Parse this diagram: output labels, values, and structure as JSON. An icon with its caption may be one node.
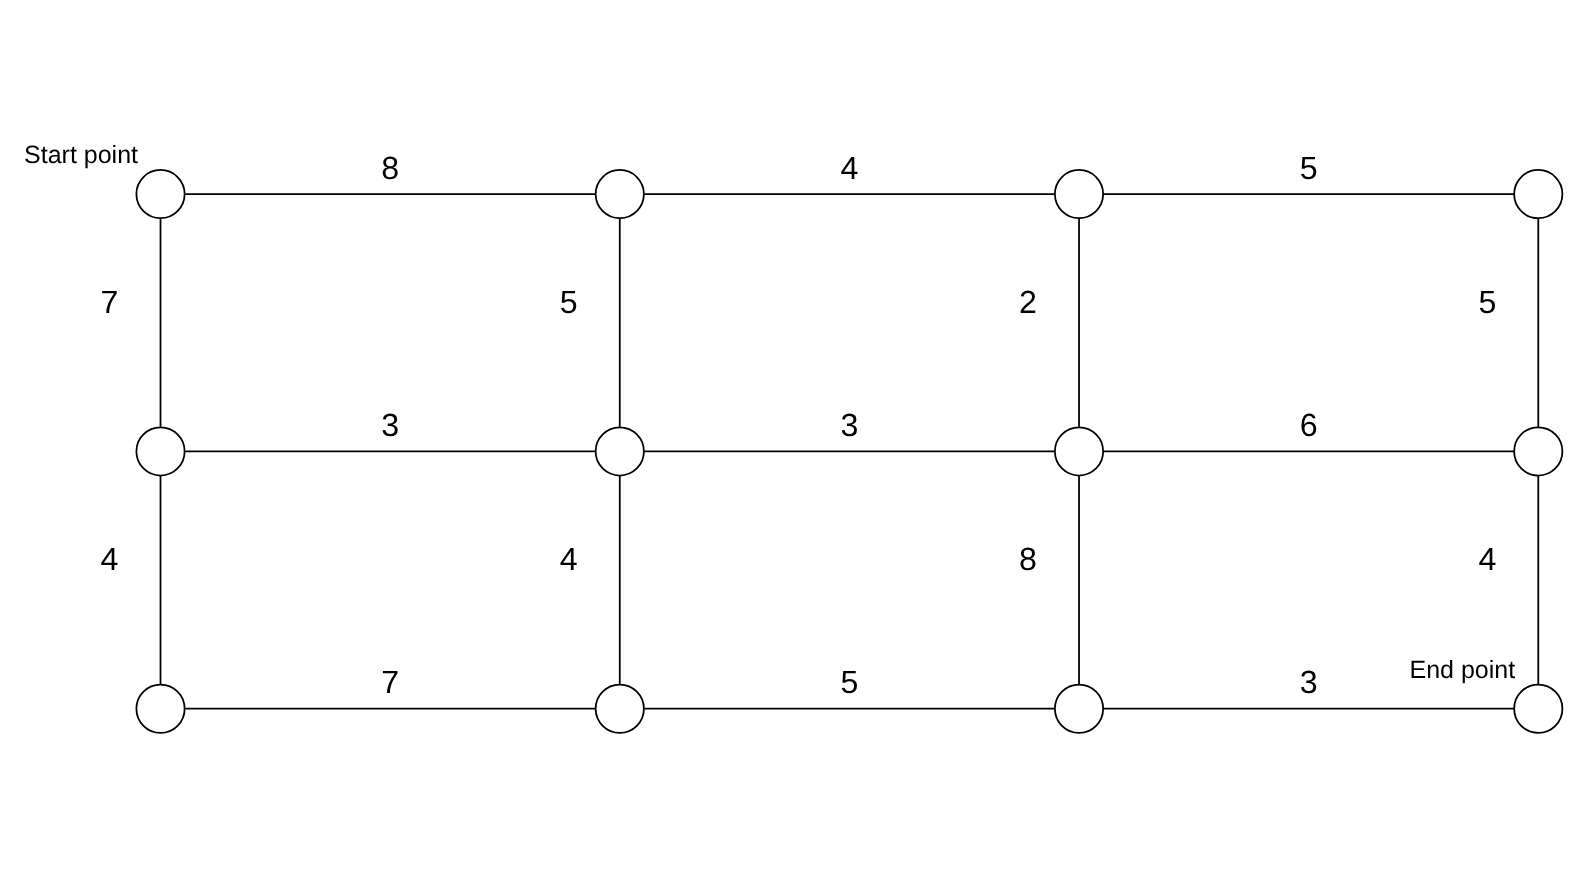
{
  "diagram": {
    "nodes": [
      {
        "text": [],
        "shape": "circle",
        "beside": [
          "Start point"
        ]
      },
      {
        "text": [],
        "shape": "circle"
      },
      {
        "text": [],
        "shape": "circle"
      },
      {
        "text": [],
        "shape": "circle"
      },
      {
        "text": [],
        "shape": "circle"
      },
      {
        "text": [],
        "shape": "circle"
      },
      {
        "text": [],
        "shape": "circle"
      },
      {
        "text": [],
        "shape": "circle"
      },
      {
        "text": [],
        "shape": "circle"
      },
      {
        "text": [],
        "shape": "circle"
      },
      {
        "text": [],
        "shape": "circle"
      },
      {
        "text": [],
        "shape": "circle",
        "beside": [
          "End point"
        ]
      }
    ],
    "edges": [
      {
        "from": 0,
        "to": 1,
        "arrow": "none",
        "label": "8"
      },
      {
        "from": 1,
        "to": 2,
        "arrow": "none",
        "label": "4"
      },
      {
        "from": 2,
        "to": 3,
        "arrow": "none",
        "label": "5"
      },
      {
        "from": 0,
        "to": 4,
        "arrow": "none",
        "label": "7"
      },
      {
        "from": 1,
        "to": 5,
        "arrow": "none",
        "label": "5"
      },
      {
        "from": 2,
        "to": 6,
        "arrow": "none",
        "label": "2"
      },
      {
        "from": 3,
        "to": 7,
        "arrow": "none",
        "label": "5"
      },
      {
        "from": 4,
        "to": 5,
        "arrow": "none",
        "label": "3"
      },
      {
        "from": 5,
        "to": 6,
        "arrow": "none",
        "label": "3"
      },
      {
        "from": 6,
        "to": 7,
        "arrow": "none",
        "label": "6"
      },
      {
        "from": 4,
        "to": 8,
        "arrow": "none",
        "label": "4"
      },
      {
        "from": 5,
        "to": 9,
        "arrow": "none",
        "label": "4"
      },
      {
        "from": 6,
        "to": 10,
        "arrow": "none",
        "label": "8"
      },
      {
        "from": 7,
        "to": 11,
        "arrow": "none",
        "label": "4"
      },
      {
        "from": 8,
        "to": 9,
        "arrow": "none",
        "label": "7"
      },
      {
        "from": 9,
        "to": 10,
        "arrow": "none",
        "label": "5"
      },
      {
        "from": 10,
        "to": 11,
        "arrow": "none",
        "label": "3"
      }
    ]
  }
}
